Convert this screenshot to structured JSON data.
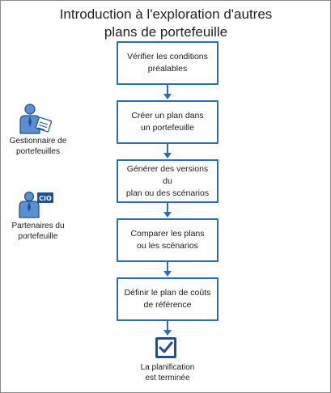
{
  "title": {
    "line1": "Introduction à l'exploration d'autres",
    "line2": "plans de portefeuille"
  },
  "steps": [
    {
      "label": "Vérifier les conditions\npréalables"
    },
    {
      "label": "Créer un plan dans\nun portefeuille"
    },
    {
      "label": "Générer des versions du\nplan ou des scénarios"
    },
    {
      "label": "Comparer les plans\nou les scénarios"
    },
    {
      "label": "Définir le plan de coûts\nde référence"
    }
  ],
  "roles": [
    {
      "label": "Gestionnaire de\nportefeuilles",
      "icon": "portfolio-manager-icon"
    },
    {
      "label": "Partenaires du\nportefeuille",
      "icon": "cio-partner-icon",
      "badge": "CIO"
    }
  ],
  "end": {
    "label": "La planification\nest terminée",
    "icon": "checkbox-complete-icon"
  },
  "colors": {
    "accent": "#2e6db4",
    "icon_fill": "#5b8fd0",
    "icon_dark": "#1f4f8f"
  }
}
